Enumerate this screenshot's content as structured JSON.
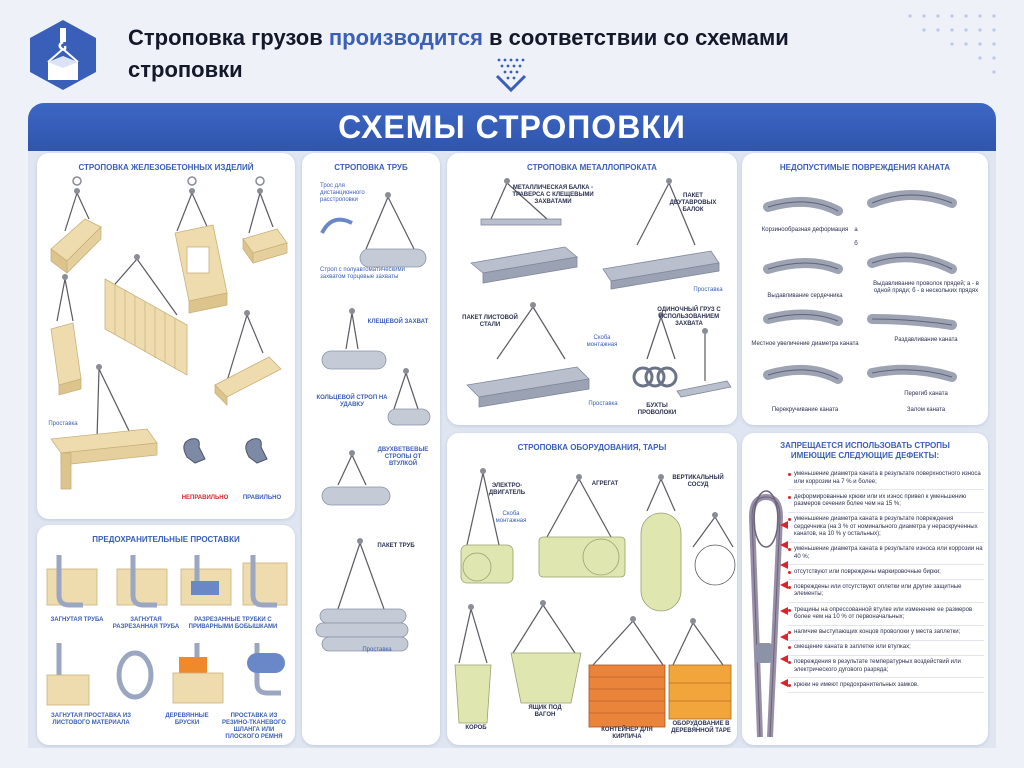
{
  "header": {
    "title_part1": "Строповка грузов ",
    "title_accent": "производится",
    "title_part2": " в соответствии со схемами",
    "title_line2": "строповки"
  },
  "banner": {
    "title": "СХЕМЫ СТРОПОВКИ"
  },
  "colors": {
    "brand_blue": "#3a5fb8",
    "warning_red": "#d6282c",
    "concrete": "#efdcae"
  },
  "panels": {
    "concrete": {
      "title": "Строповка железобетонных изделий",
      "labels": {
        "spacer": "Проставка",
        "wrong": "Неправильно",
        "right": "Правильно"
      }
    },
    "protective": {
      "title": "Предохранительные проставки",
      "items": [
        "Загнутая труба",
        "Загнутая разрезанная труба",
        "Разрезанные трубки с приварными бобышками",
        "Загнутая проставка из листового материала",
        "Деревянные бруски",
        "Проставка из резино-тканевого шланга или плоского ремня"
      ]
    },
    "pipes": {
      "title": "Строповка труб",
      "labels": {
        "cable": "Трос для дистанционного расстроповки",
        "sling": "Строп с полуавтоматическими захватом торцевые захваты",
        "clamp": "Клещевой захват",
        "ring": "Кольцевой строп на удавку",
        "double": "Двухветвевые стропы от втулкой",
        "pack": "Пакет труб",
        "spacer": "Проставка"
      }
    },
    "metal": {
      "title": "Строповка металлопроката",
      "labels": {
        "beam": "Металлическая балка - траверса с клещевыми захватами",
        "i_beam_pack": "Пакет двутавровых балок",
        "spacer": "Проставка",
        "sheet_pack": "Пакет листовой стали",
        "mount": "Скоба монтажная",
        "single": "Одиночный груз с использованием захвата",
        "spacer2": "Проставка",
        "wire": "Бухты проволоки"
      }
    },
    "equipment": {
      "title": "Строповка оборудования, тары",
      "labels": {
        "motor": "Электро-двигатель",
        "mount": "Скоба монтажная",
        "unit": "Агрегат",
        "vessel": "Вертикальный сосуд",
        "box": "Короб",
        "crate": "Ящик под вагон",
        "container": "Контейнер для кирпича",
        "wood": "Оборудование в деревянной таре"
      }
    },
    "rope_damage": {
      "title": "Недопустимые повреждения каната",
      "items": [
        "Корзинообразная деформация",
        "Выдавливание проволок прядей; а - в одной пряди; б - в нескольких прядях",
        "Выдавливание сердечника",
        "Раздавливание каната",
        "Местное увеличение диаметра каната",
        "Перегиб каната",
        "Перекручивание каната",
        "Залом каната"
      ],
      "marks": [
        "а",
        "б"
      ]
    },
    "prohibited": {
      "title": "Запрещается использовать стропы имеющие следующие дефекты:",
      "defects": [
        "уменьшение диаметра каната в результате поверхностного износа или коррозии на 7 % и более;",
        "деформированные крюки или их износ привел к уменьшению размеров сечения более чем на 15 %;",
        "уменьшение диаметра каната в результате повреждения сердечника (на 3 % от номинального диаметра у нераскрученных канатов, на 10 % у остальных);",
        "уменьшение диаметра каната в результате износа или коррозии на 40 %;",
        "отсутствуют или повреждены маркировочные бирки;",
        "повреждены или отсутствуют оплетки или другие защитные элементы;",
        "трещины на опрессованной втулке или изменение ее размеров более чем на 10 % от первоначальных;",
        "наличие выступающих концов проволоки у места заплетки;",
        "смещение каната в заплетке или втулках;",
        "повреждения в результате температурных воздействий или электрического дугового разряда;",
        "крюки не имеют предохранительных замков."
      ]
    }
  }
}
